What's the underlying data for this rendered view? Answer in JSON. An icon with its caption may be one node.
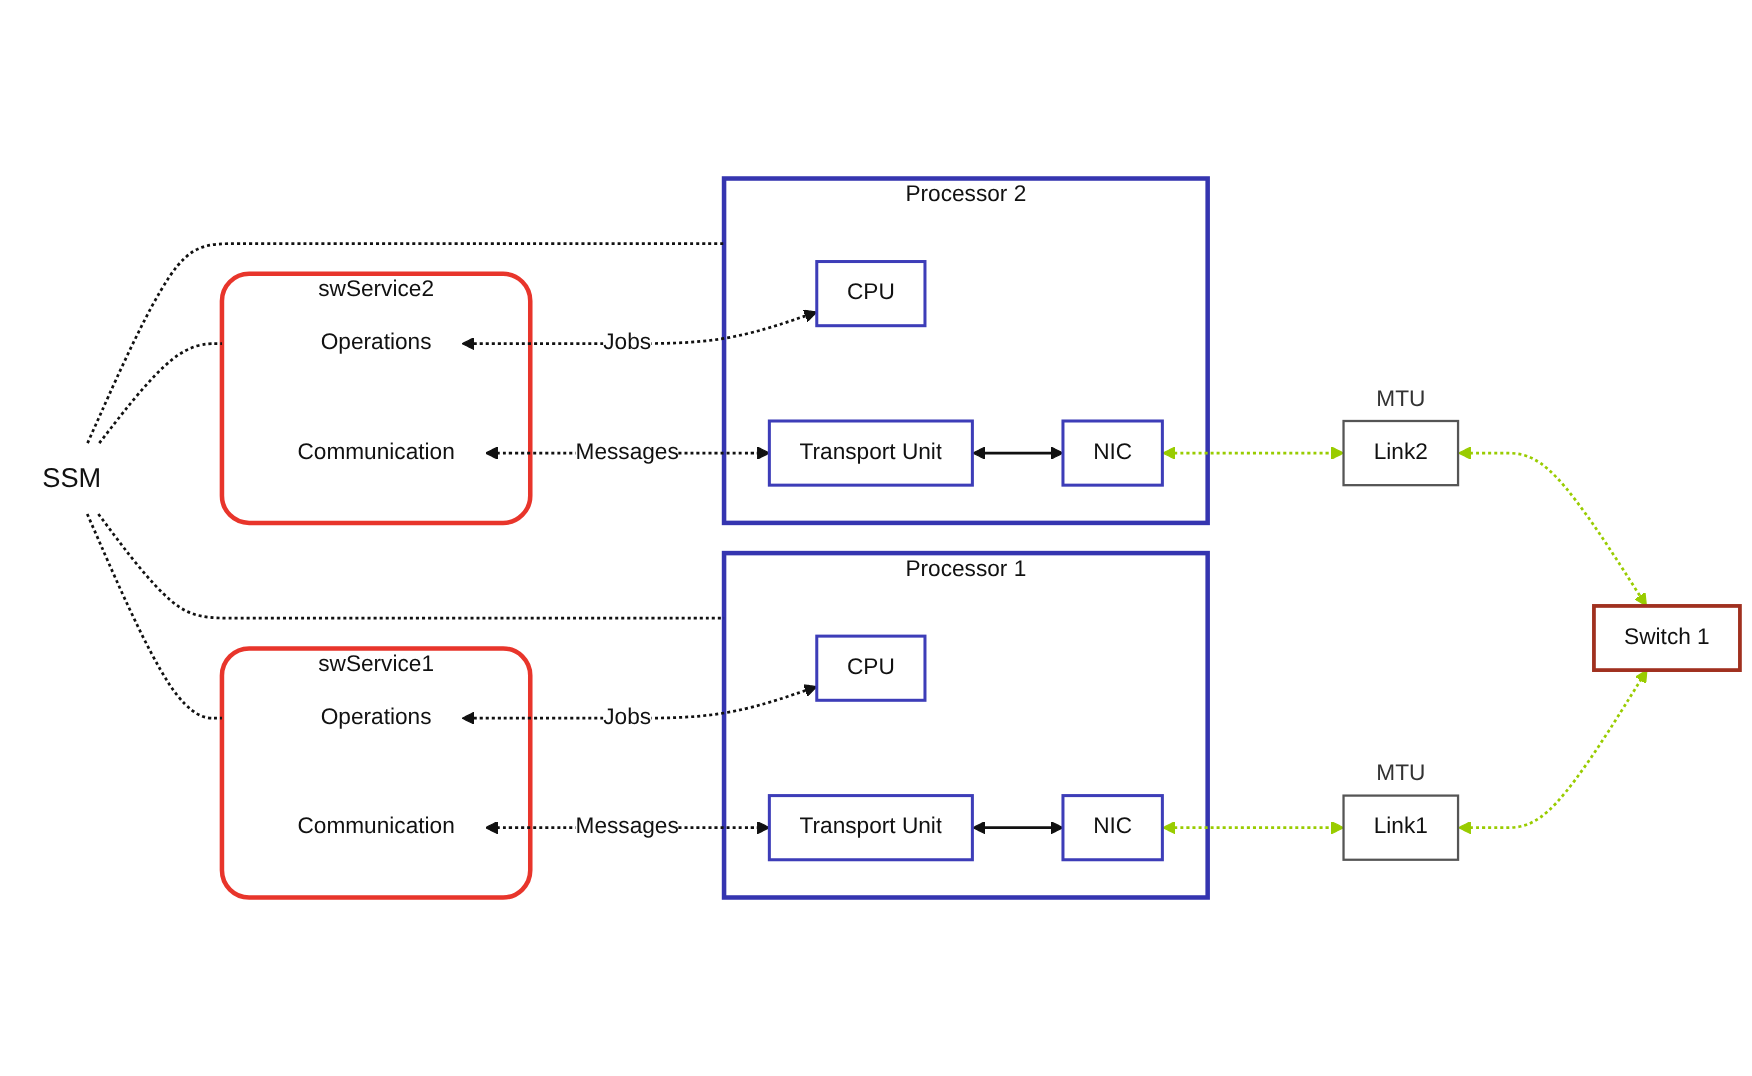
{
  "diagram": {
    "nodes": [
      {
        "text": [
          "swService1"
        ]
      },
      {
        "text": [
          "Operations"
        ],
        "in": 0
      },
      {
        "text": [
          "Communication"
        ],
        "in": 0
      },
      {
        "text": [
          "Processor 1"
        ]
      },
      {
        "text": [
          "CPU"
        ],
        "in": 3
      },
      {
        "text": [
          "Transport Unit"
        ],
        "in": 3
      },
      {
        "text": [
          "NIC"
        ],
        "in": 3
      },
      {
        "text": [
          "Link1"
        ],
        "beside": [
          "MTU"
        ]
      },
      {
        "text": [
          "SSM"
        ]
      },
      {
        "text": [
          "Switch 1"
        ]
      },
      {
        "text": [
          "swService2"
        ]
      },
      {
        "text": [
          "Operations"
        ],
        "in": 10
      },
      {
        "text": [
          "Communication"
        ],
        "in": 10
      },
      {
        "text": [
          "Processor 2"
        ]
      },
      {
        "text": [
          "CPU"
        ],
        "in": 13
      },
      {
        "text": [
          "Transport Unit"
        ],
        "in": 13
      },
      {
        "text": [
          "NIC"
        ],
        "in": 13
      },
      {
        "text": [
          "Link2"
        ],
        "beside": [
          "MTU"
        ]
      }
    ],
    "edges": [
      {
        "from": 1,
        "to": 4,
        "arrow": "both",
        "label": "Jobs",
        "style": "dashed"
      },
      {
        "from": 2,
        "to": 5,
        "arrow": "both",
        "label": "Messages",
        "style": "dashed"
      },
      {
        "from": 5,
        "to": 6,
        "arrow": "both"
      },
      {
        "from": 6,
        "to": 7,
        "arrow": "both",
        "style": "dashed",
        "color": "#99cc00"
      },
      {
        "from": 7,
        "to": 9,
        "arrow": "both",
        "style": "dashed",
        "color": "#99cc00"
      },
      {
        "from": 8,
        "to": 0,
        "arrow": "none",
        "style": "dashed"
      },
      {
        "from": 8,
        "to": 3,
        "arrow": "none",
        "style": "dashed"
      },
      {
        "from": 8,
        "to": 10,
        "arrow": "none",
        "style": "dashed"
      },
      {
        "from": 8,
        "to": 13,
        "arrow": "none",
        "style": "dashed"
      },
      {
        "from": 11,
        "to": 14,
        "arrow": "both",
        "label": "Jobs",
        "style": "dashed"
      },
      {
        "from": 12,
        "to": 15,
        "arrow": "both",
        "label": "Messages",
        "style": "dashed"
      },
      {
        "from": 15,
        "to": 16,
        "arrow": "both"
      },
      {
        "from": 16,
        "to": 17,
        "arrow": "both",
        "style": "dashed",
        "color": "#99cc00"
      },
      {
        "from": 17,
        "to": 9,
        "arrow": "both",
        "style": "dashed",
        "color": "#99cc00"
      }
    ]
  }
}
